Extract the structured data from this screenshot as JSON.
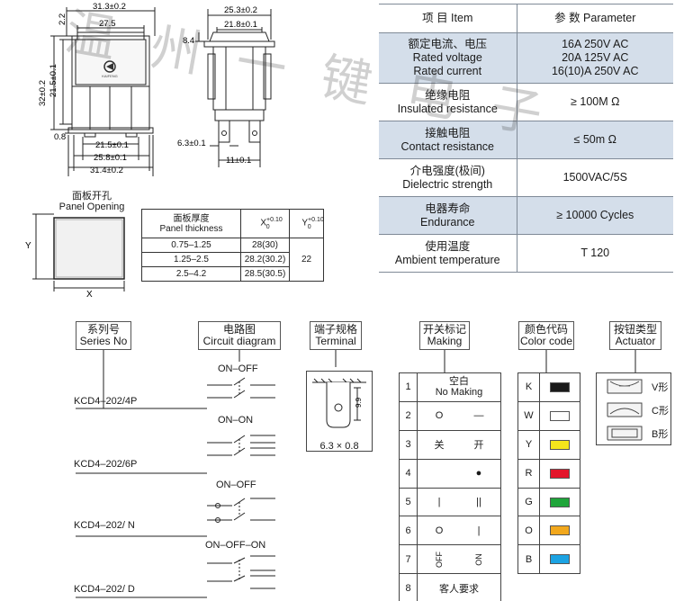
{
  "drawing": {
    "front": {
      "dim_31_3": "31.3±0.2",
      "dim_27_5": "27.5",
      "dim_2_2": "2.2",
      "dim_21_5": "21.5±0.1",
      "dim_32": "32±0.2",
      "dim_0_8": "0.8",
      "dim_bot_21_5": "21.5±0.1",
      "dim_bot_25_8": "25.8±0.1",
      "dim_bot_31_4": "31.4±0.2",
      "logo_text": "KAIFENG"
    },
    "side": {
      "dim_25_3": "25.3±0.2",
      "dim_21_8": "21.8±0.1",
      "dim_8_4": "8.4",
      "dim_6_3": "6.3±0.1",
      "dim_11": "11±0.1"
    },
    "panel_opening": {
      "title_cn": "面板开孔",
      "title_en": "Panel Opening",
      "x_label": "X",
      "y_label": "Y"
    },
    "thickness_table": {
      "header_cn": "面板厚度",
      "header_en": "Panel thickness",
      "header_x": "X",
      "header_y": "Y",
      "tol_plus": "+0.10",
      "tol_zero": "0",
      "rows": [
        {
          "thickness": "0.75–1.25",
          "x": "28(30)"
        },
        {
          "thickness": "1.25–2.5",
          "x": "28.2(30.2)"
        },
        {
          "thickness": "2.5–4.2",
          "x": "28.5(30.5)"
        }
      ],
      "y_value": "22"
    }
  },
  "parameters": {
    "header_item": "项 目  Item",
    "header_param": "参 数  Parameter",
    "rows": [
      {
        "name": [
          "额定电流、电压",
          "Rated voltage",
          "Rated current"
        ],
        "value": [
          "16A  250V AC",
          "20A  125V AC",
          "16(10)A  250V AC"
        ]
      },
      {
        "name": [
          "绝缘电阻",
          "Insulated resistance"
        ],
        "value": [
          "≥ 100M Ω"
        ]
      },
      {
        "name": [
          "接触电阻",
          "Contact resistance"
        ],
        "value": [
          "≤ 50m Ω"
        ]
      },
      {
        "name": [
          "介电强度(极间)",
          "Dielectric strength"
        ],
        "value": [
          "1500VAC/5S"
        ]
      },
      {
        "name": [
          "电器寿命",
          "Endurance"
        ],
        "value": [
          "≥ 10000 Cycles"
        ]
      },
      {
        "name": [
          "使用温度",
          "Ambient temperature"
        ],
        "value": [
          "T 120"
        ]
      }
    ]
  },
  "headers": {
    "series": [
      "系列号",
      "Series No"
    ],
    "circuit": [
      "电路图",
      "Circuit diagram"
    ],
    "terminal": [
      "端子规格",
      "Terminal"
    ],
    "making": [
      "开关标记",
      "Making"
    ],
    "color": [
      "颜色代码",
      "Color code"
    ],
    "actuator": [
      "按钮类型",
      "Actuator"
    ]
  },
  "series": [
    {
      "name": "KCD4–202/4P",
      "circuit": "ON–OFF"
    },
    {
      "name": "KCD4–202/6P",
      "circuit": "ON–ON"
    },
    {
      "name": "KCD4–202/ N",
      "circuit": "ON–OFF"
    },
    {
      "name": "KCD4–202/ D",
      "circuit": "ON–OFF–ON"
    }
  ],
  "terminal": {
    "size": "6.3 × 0.8",
    "dim": "9.9"
  },
  "making": [
    {
      "n": "1",
      "left": "空白",
      "right": "No Making"
    },
    {
      "n": "2",
      "left": "O",
      "right": "—"
    },
    {
      "n": "3",
      "left": "关",
      "right": "开"
    },
    {
      "n": "4",
      "left": "",
      "right": "●"
    },
    {
      "n": "5",
      "left": "|",
      "right": "||"
    },
    {
      "n": "6",
      "left": "O",
      "right": "|"
    },
    {
      "n": "7",
      "left": "OFF",
      "right": "ON"
    },
    {
      "n": "8",
      "left": "客人要求",
      "right": ""
    }
  ],
  "colors": [
    {
      "code": "K",
      "hex": "#1a1a1a"
    },
    {
      "code": "W",
      "hex": "#ffffff"
    },
    {
      "code": "Y",
      "hex": "#f5e61c"
    },
    {
      "code": "R",
      "hex": "#e3152b"
    },
    {
      "code": "G",
      "hex": "#1fa53a"
    },
    {
      "code": "O",
      "hex": "#f2a81d"
    },
    {
      "code": "B",
      "hex": "#1ca3e3"
    }
  ],
  "actuators": [
    {
      "label": "V形",
      "icon": "v-shape-icon"
    },
    {
      "label": "C形",
      "icon": "c-shape-icon"
    },
    {
      "label": "B形",
      "icon": "b-shape-icon"
    }
  ],
  "watermark": "温州一键电子"
}
